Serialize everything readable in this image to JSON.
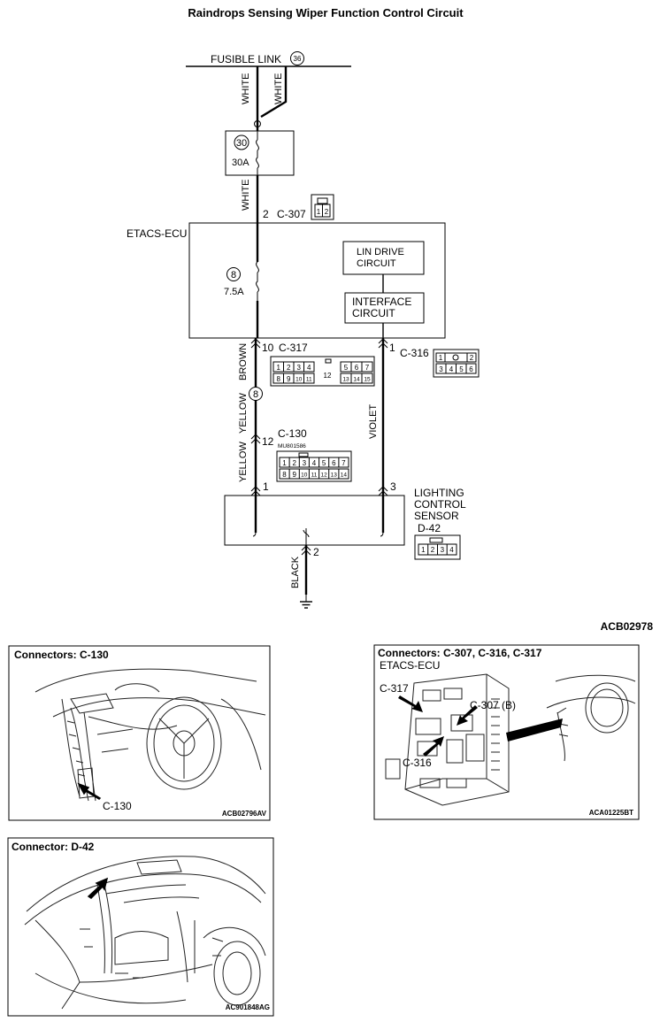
{
  "title": "Raindrops Sensing Wiper Function Control Circuit",
  "diagram_id": "ACB02978",
  "fusible_link": {
    "label": "FUSIBLE LINK",
    "number": "36"
  },
  "fuse_30": {
    "number": "30",
    "rating": "30A"
  },
  "fuse_8": {
    "number": "8",
    "rating": "7.5A"
  },
  "etacs_ecu": {
    "label": "ETACS-ECU"
  },
  "lin_drive": {
    "line1": "LIN DRIVE",
    "line2": "CIRCUIT"
  },
  "interface": {
    "line1": "INTERFACE",
    "line2": "CIRCUIT"
  },
  "wires": {
    "white": "WHITE",
    "brown": "BROWN",
    "yellow": "YELLOW",
    "violet": "VIOLET",
    "black": "BLACK"
  },
  "splice": {
    "number": "8"
  },
  "c307": {
    "name": "C-307",
    "pin": "2",
    "pins": [
      "1",
      "2"
    ]
  },
  "c317": {
    "name": "C-317",
    "pin": "10",
    "row1": [
      "1",
      "2",
      "3",
      "4",
      "5",
      "6",
      "7"
    ],
    "row2": [
      "8",
      "9",
      "10",
      "11",
      "13",
      "14",
      "15"
    ],
    "mid": "12"
  },
  "c316": {
    "name": "C-316",
    "pin": "1",
    "row1": [
      "1",
      "2"
    ],
    "row2": [
      "3",
      "4",
      "5",
      "6"
    ]
  },
  "c130": {
    "name": "C-130",
    "pin": "12",
    "part_no": "MU801586",
    "row1": [
      "1",
      "2",
      "3",
      "4",
      "5",
      "6",
      "7"
    ],
    "row2": [
      "8",
      "9",
      "10",
      "11",
      "12",
      "13",
      "14"
    ]
  },
  "sensor": {
    "line1": "LIGHTING",
    "line2": "CONTROL",
    "line3": "SENSOR",
    "name": "D-42",
    "pin_left": "1",
    "pin_right": "3",
    "pin_ground": "2",
    "pins": [
      "1",
      "2",
      "3",
      "4"
    ]
  },
  "panel_c130": {
    "title": "Connectors: C-130",
    "callout": "C-130",
    "code": "ACB02796AV"
  },
  "panel_ecu": {
    "title": "Connectors: C-307, C-316, C-317",
    "subtitle": "ETACS-ECU",
    "callout_317": "C-317",
    "callout_307": "C-307 (B)",
    "callout_316": "C-316",
    "code": "ACA01225BT"
  },
  "panel_d42": {
    "title": "Connector: D-42",
    "code": "AC901848AG"
  }
}
